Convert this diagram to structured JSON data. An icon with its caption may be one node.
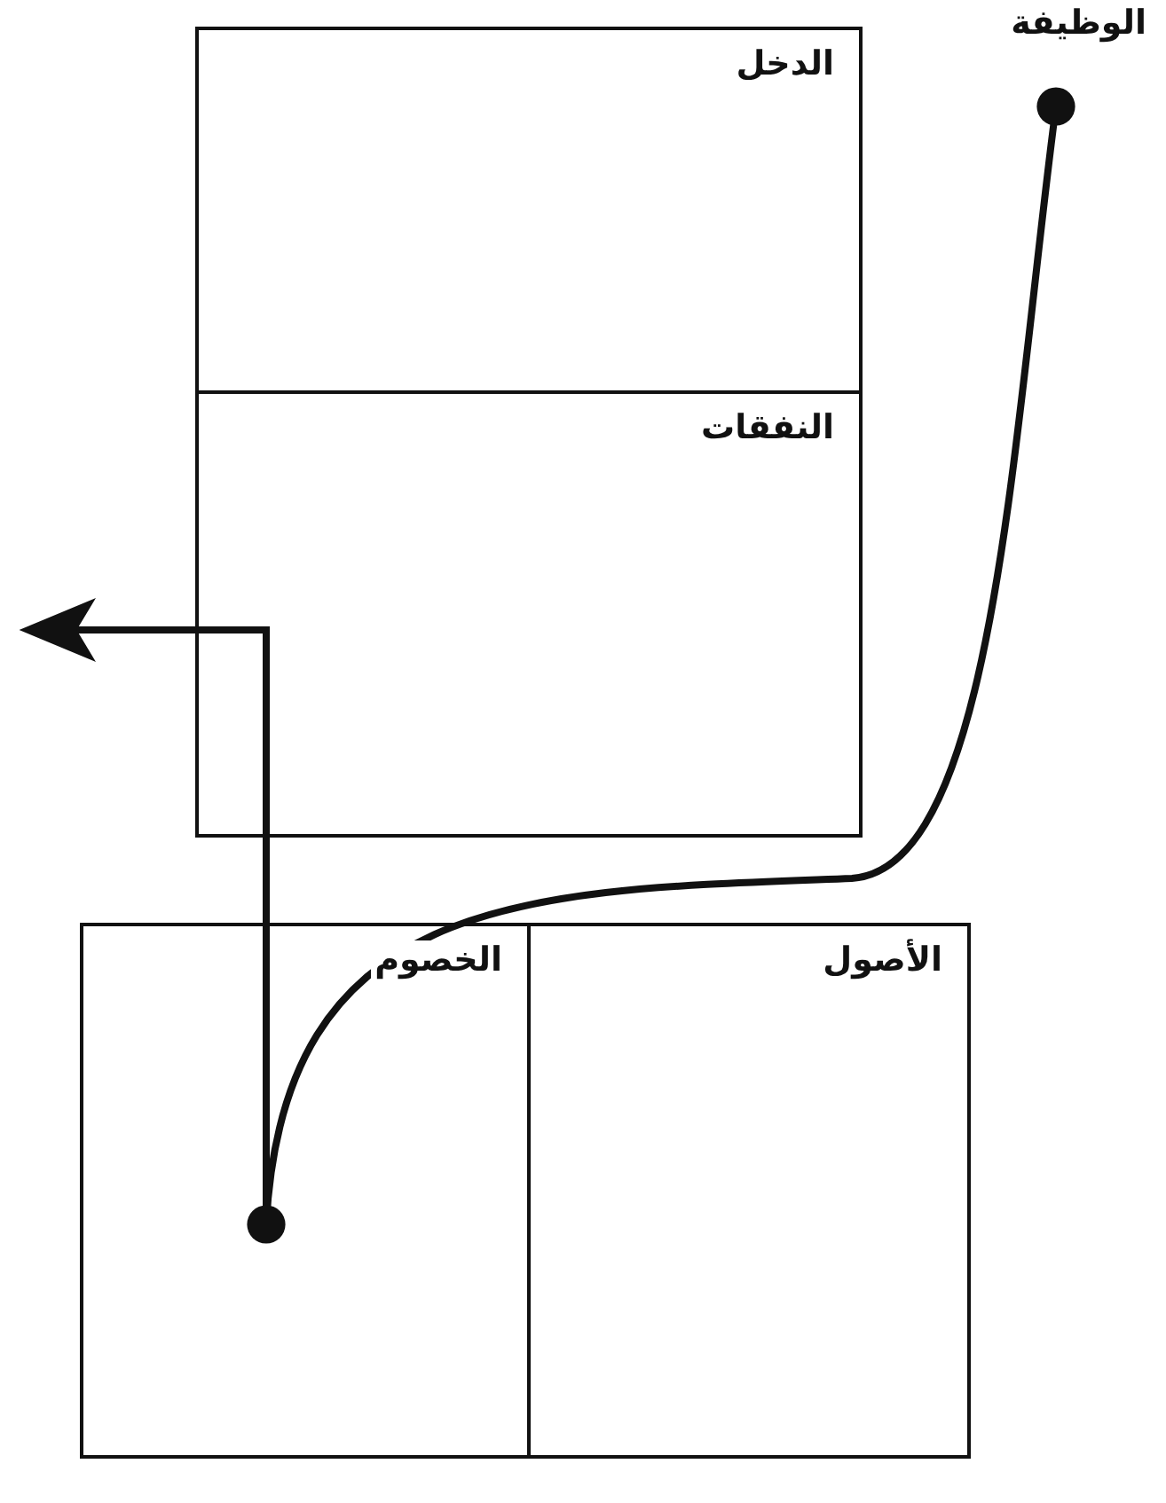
{
  "diagram": {
    "nodes": [
      {
        "text": [
          "الوظيفة"
        ]
      },
      {
        "text": [
          "الدخل"
        ]
      },
      {
        "text": [
          "النفقات"
        ]
      },
      {
        "text": [
          "الأصول"
        ]
      },
      {
        "text": [
          "الخصوم"
        ]
      }
    ],
    "edges": [
      {
        "from": 0,
        "to": 4,
        "arrow": "other"
      },
      {
        "from": 4,
        "to": null,
        "arrow": "to"
      }
    ]
  }
}
